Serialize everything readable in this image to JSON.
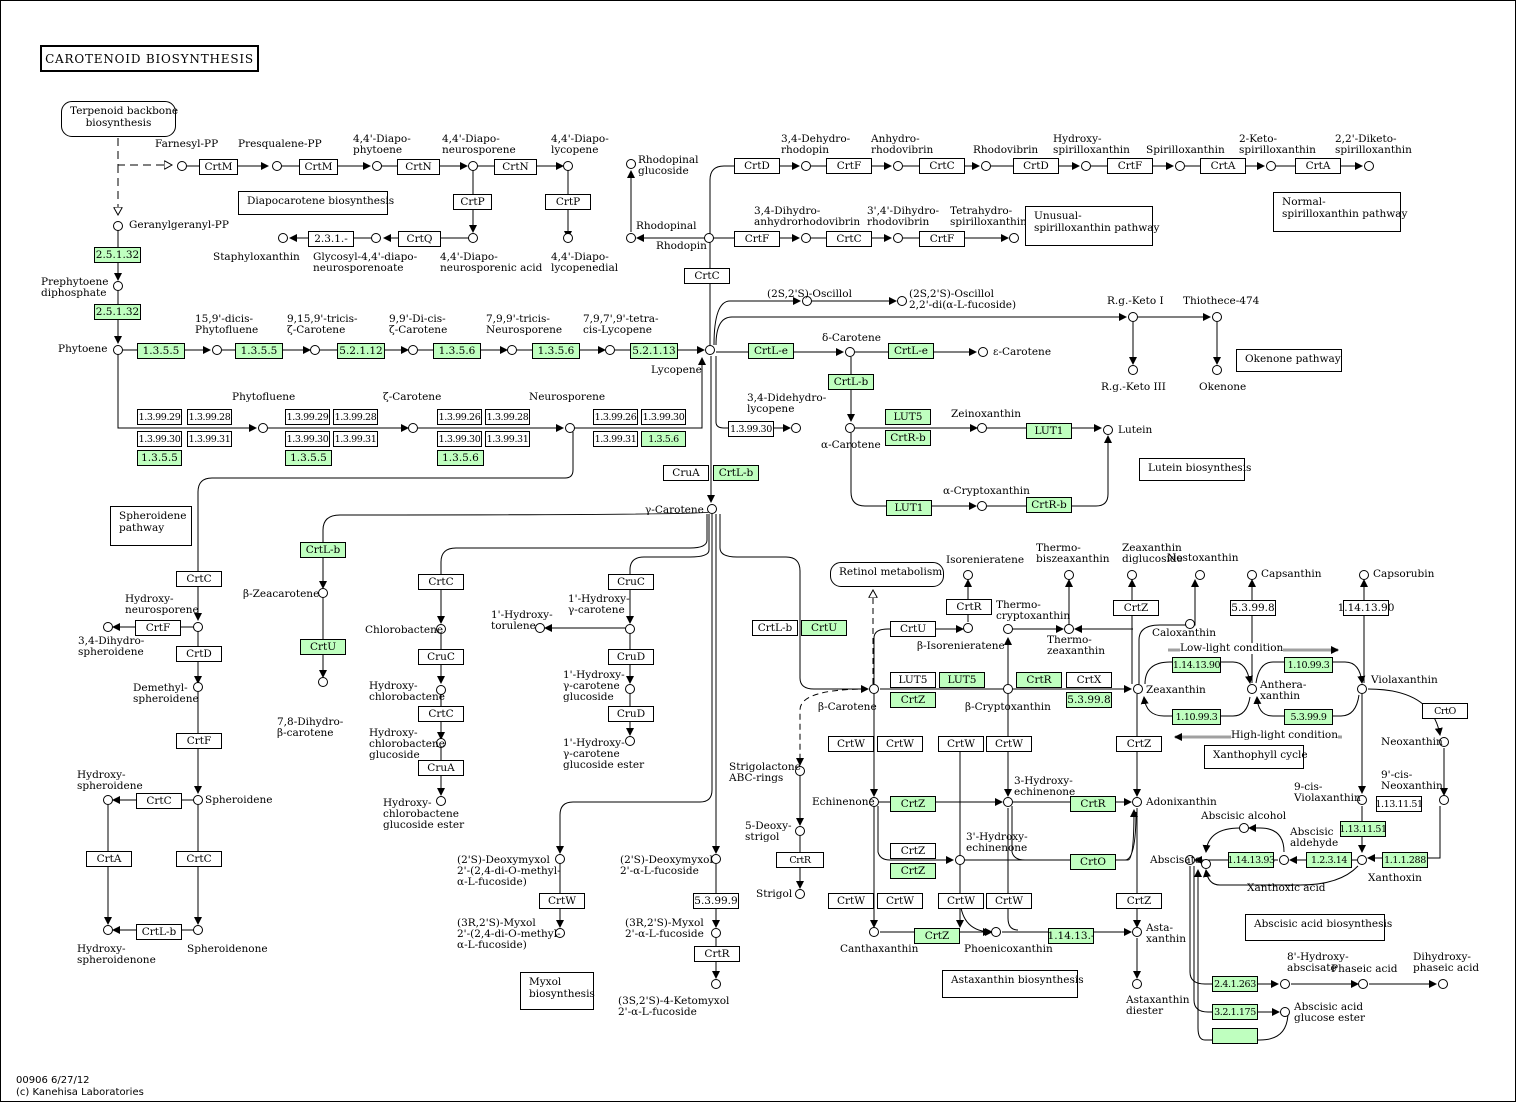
{
  "title": "CAROTENOID BIOSYNTHESIS",
  "footer": {
    "line1": "00906 6/27/12",
    "line2": "(c) Kanehisa Laboratories"
  },
  "pathways": {
    "terpenoid": "Terpenoid backbone\nbiosynthesis",
    "diapocarotene": "Diapocarotene biosynthesis",
    "unusual": "Unusual-\nspirilloxanthin pathway",
    "normal": "Normal-\nspirilloxanthin pathway",
    "okenone": "Okenone pathway",
    "lutein": "Lutein biosynthesis",
    "spheroidene": "Spheroidene\npathway",
    "retinol": "Retinol metabolism",
    "xanthophyll": "Xanthophyll cycle",
    "astaxanthin": "Astaxanthin biosynthesis",
    "abscisic": "Abscisic acid biosynthesis",
    "myxol": "Myxol\nbiosynthesis",
    "low_light": "Low-light condition",
    "high_light": "High-light condition"
  },
  "compounds": {
    "farnesyl": "Farnesyl-PP",
    "presqualene": "Presqualene-PP",
    "diapophytoene": "4,4'-Diapo-\nphytoene",
    "diaponeurosporene": "4,4'-Diapo-\nneurosporene",
    "diapolycopene": "4,4'-Diapo-\nlycopene",
    "staphyloxanthin": "Staphyloxanthin",
    "glycosyl": "Glycosyl-4,4'-diapo-\nneurosporenoate",
    "diaponeurosporenic": "4,4'-Diapo-\nneurosporenic acid",
    "diapolycopenedial": "4,4'-Diapo-\nlycopenedial",
    "ggpp": "Geranylgeranyl-PP",
    "prephytoene": "Prephytoene\ndiphosphate",
    "phytoene": "Phytoene",
    "dicis_phytofluene": "15,9'-dicis-\nPhytofluene",
    "tricis_zeta": "9,15,9'-tricis-\nζ-Carotene",
    "dicis_zeta": "9,9'-Di-cis-\nζ-Carotene",
    "tricis_neuro": "7,9,9'-tricis-\nNeurosporene",
    "tetracis_lyco": "7,9,7',9'-tetra-\ncis-Lycopene",
    "lycopene": "Lycopene",
    "phytofluene": "Phytofluene",
    "zeta": "ζ-Carotene",
    "neurosporene": "Neurosporene",
    "rhodopinal_gluc": "Rhodopinal\nglucoside",
    "rhodopinal": "Rhodopinal",
    "rhodopin": "Rhodopin",
    "dehydrorhodopin": "3,4-Dehydro-\nrhodopin",
    "anhydrorhodovibrin": "Anhydro-\nrhodovibrin",
    "rhodovibrin": "Rhodovibrin",
    "hydroxyspirillo": "Hydroxy-\nspirilloxanthin",
    "spirilloxanthin": "Spirilloxanthin",
    "ketospirillo": "2-Keto-\nspirilloxanthin",
    "diketospirillo": "2,2'-Diketo-\nspirilloxanthin",
    "dihydroanhydro": "3,4-Dihydro-\nanhydrorhodovibrin",
    "dihydrorhodovibrin": "3',4'-Dihydro-\nrhodovibrin",
    "tetrahydrospirillo": "Tetrahydro-\nspirilloxanthin",
    "oscillol": "(2S,2'S)-Oscillol",
    "oscillol_fuc": "(2S,2'S)-Oscillol\n2,2'-di(α-L-fucoside)",
    "rg_keto": "R.g.-Keto I",
    "thiothece": "Thiothece-474",
    "rg_keto3": "R.g.-Keto III",
    "okenone": "Okenone",
    "delta_carotene": "δ-Carotene",
    "epsilon_carotene": "ε-Carotene",
    "didehydrolycopene": "3,4-Didehydro-\nlycopene",
    "zeinoxanthin": "Zeinoxanthin",
    "lutein": "Lutein",
    "alpha_carotene": "α-Carotene",
    "alpha_crypto": "α-Cryptoxanthin",
    "gamma_carotene": "γ-Carotene",
    "hydroxyneuro": "Hydroxy-\nneurosporene",
    "dihydrospheroidene": "3,4-Dihydro-\nspheroidene",
    "demethylspheroidene": "Demethyl-\nspheroidene",
    "hydroxyspheroidene": "Hydroxy-\nspheroidene",
    "spheroidene": "Spheroidene",
    "hydroxyspheroidenone": "Hydroxy-\nspheroidenone",
    "spheroidenone": "Spheroidenone",
    "beta_zeacarotene": "β-Zeacarotene",
    "dihydro_beta": "7,8-Dihydro-\nβ-carotene",
    "chlorobactene": "Chlorobactene",
    "hydroxychlorobactene": "Hydroxy-\nchlorobactene",
    "hcb_glucoside": "Hydroxy-\nchlorobactene\nglucoside",
    "hcb_glucoside_ester": "Hydroxy-\nchlorobactene\nglucoside ester",
    "hydroxytorulene": "1'-Hydroxy-\ntorulene",
    "hydroxy_gamma": "1'-Hydroxy-\nγ-carotene",
    "hydroxy_gamma_gluc": "1'-Hydroxy-\nγ-carotene\nglucoside",
    "hydroxy_gamma_ester": "1'-Hydroxy-\nγ-carotene\nglucoside ester",
    "deoxymyxol_methyl": "(2'S)-Deoxymyxol\n2'-(2,4-di-O-methyl-\nα-L-fucoside)",
    "deoxymyxol_fuc": "(2'S)-Deoxymyxol\n2'-α-L-fucoside",
    "myxol_methyl": "(3R,2'S)-Myxol\n2'-(2,4-di-O-methyl-\nα-L-fucoside)",
    "myxol_fuc": "(3R,2'S)-Myxol\n2'-α-L-fucoside",
    "ketomyxol": "(3S,2'S)-4-Ketomyxol\n2'-α-L-fucoside",
    "isorenieratene": "Isorenieratene",
    "beta_isorenieratene": "β-Isorenieratene",
    "beta_carotene": "β-Carotene",
    "strigolactone": "Strigolactone\nABC-rings",
    "deoxystrigol": "5-Deoxy-\nstrigol",
    "strigol": "Strigol",
    "thermobisze": "Thermo-\nbiszeaxanthin",
    "thermocrypto": "Thermo-\ncryptoxanthin",
    "thermozea": "Thermo-\nzeaxanthin",
    "zea_diglucoside": "Zeaxanthin\ndiglucoside",
    "nostoxanthin": "Nostoxanthin",
    "caloxanthin": "Caloxanthin",
    "capsanthin": "Capsanthin",
    "capsorubin": "Capsorubin",
    "zeaxanthin": "Zeaxanthin",
    "antheraxanthin": "Anthera-\nxanthin",
    "violaxanthin": "Violaxanthin",
    "neoxanthin": "Neoxanthin",
    "beta_crypto": "β-Cryptoxanthin",
    "echinenone": "Echinenone",
    "hydroxyechinenone": "3-Hydroxy-\nechinenone",
    "adonixanthin": "Adonixanthin",
    "hydroxyechinenone2": "3'-Hydroxy-\nechinenone",
    "canthaxanthin": "Canthaxanthin",
    "phoenicoxanthin": "Phoenicoxanthin",
    "astaxanthin": "Asta-\nxanthin",
    "astaxanthin_diester": "Astaxanthin\ndiester",
    "cis_violaxanthin": "9-cis-\nViolaxanthin",
    "cis_neoxanthin": "9'-cis-\nNeoxanthin",
    "xanthoxin": "Xanthoxin",
    "abscisic_alcohol": "Abscisic alcohol",
    "abscisic_aldehyde": "Abscisic\naldehyde",
    "abscisate": "Abscisate",
    "xanthoxic_acid": "Xanthoxic acid",
    "hydroxyabscisate": "8'-Hydroxy-\nabscisate",
    "phaseic_acid": "Phaseic acid",
    "dihydrophaseic": "Dihydroxy-\nphaseic acid",
    "aba_glucose_ester": "Abscisic acid\nglucose ester"
  },
  "enzymes": [
    "CrtM",
    "CrtM",
    "CrtN",
    "CrtN",
    "CrtP",
    "CrtP",
    "CrtQ",
    "2.3.1.-",
    "2.5.1.32",
    "2.5.1.32",
    "1.3.5.5",
    "1.3.5.5",
    "5.2.1.12",
    "1.3.5.6",
    "1.3.5.6",
    "5.2.1.13",
    "1.3.99.29",
    "1.3.99.28",
    "1.3.99.30",
    "1.3.99.31",
    "1.3.5.5",
    "1.3.99.29",
    "1.3.99.28",
    "1.3.99.30",
    "1.3.99.31",
    "1.3.5.5",
    "1.3.99.26",
    "1.3.99.28",
    "1.3.99.30",
    "1.3.99.31",
    "1.3.5.6",
    "1.3.99.26",
    "1.3.99.30",
    "1.3.99.31",
    "1.3.5.6",
    "CrtD",
    "CrtF",
    "CrtC",
    "CrtD",
    "CrtF",
    "CrtA",
    "CrtA",
    "CrtF",
    "CrtC",
    "CrtF",
    "CrtC",
    "CrtL-e",
    "CrtL-e",
    "CrtL-b",
    "LUT5",
    "CrtR-b",
    "LUT1",
    "LUT1",
    "CrtR-b",
    "1.3.99.30",
    "CruA",
    "CrtL-b",
    "CrtC",
    "CrtF",
    "CrtD",
    "CrtF",
    "CrtC",
    "CrtA",
    "CrtC",
    "CrtL-b",
    "CrtL-b",
    "CrtU",
    "CrtC",
    "CruC",
    "CrtC",
    "CruC",
    "CruD",
    "CruD",
    "CruA",
    "CrtL-b",
    "CrtU",
    "CrtU",
    "CrtR",
    "LUT5",
    "LUT5",
    "CrtR",
    "CrtX",
    "CrtZ",
    "CrtZ",
    "5.3.99.8",
    "5.3.99.8",
    "1.14.13.90",
    "1.14.13.90",
    "1.10.99.3",
    "1.10.99.3",
    "5.3.99.9",
    "CrtO",
    "CrtW",
    "CrtW",
    "CrtW",
    "CrtW",
    "CrtZ",
    "CrtZ",
    "CrtR",
    "CrtZ",
    "CrtZ",
    "CrtO",
    "CrtW",
    "CrtW",
    "CrtW",
    "CrtW",
    "CrtZ",
    "CrtZ",
    "1.14.13.-",
    "CrtR",
    "CrtW",
    "CrtR",
    "5.3.99.9",
    "1.13.11.51",
    "1.13.11.51",
    "1.1.1.288",
    "1.2.3.14",
    "1.14.13.93",
    "2.4.1.263",
    "3.2.1.175"
  ]
}
